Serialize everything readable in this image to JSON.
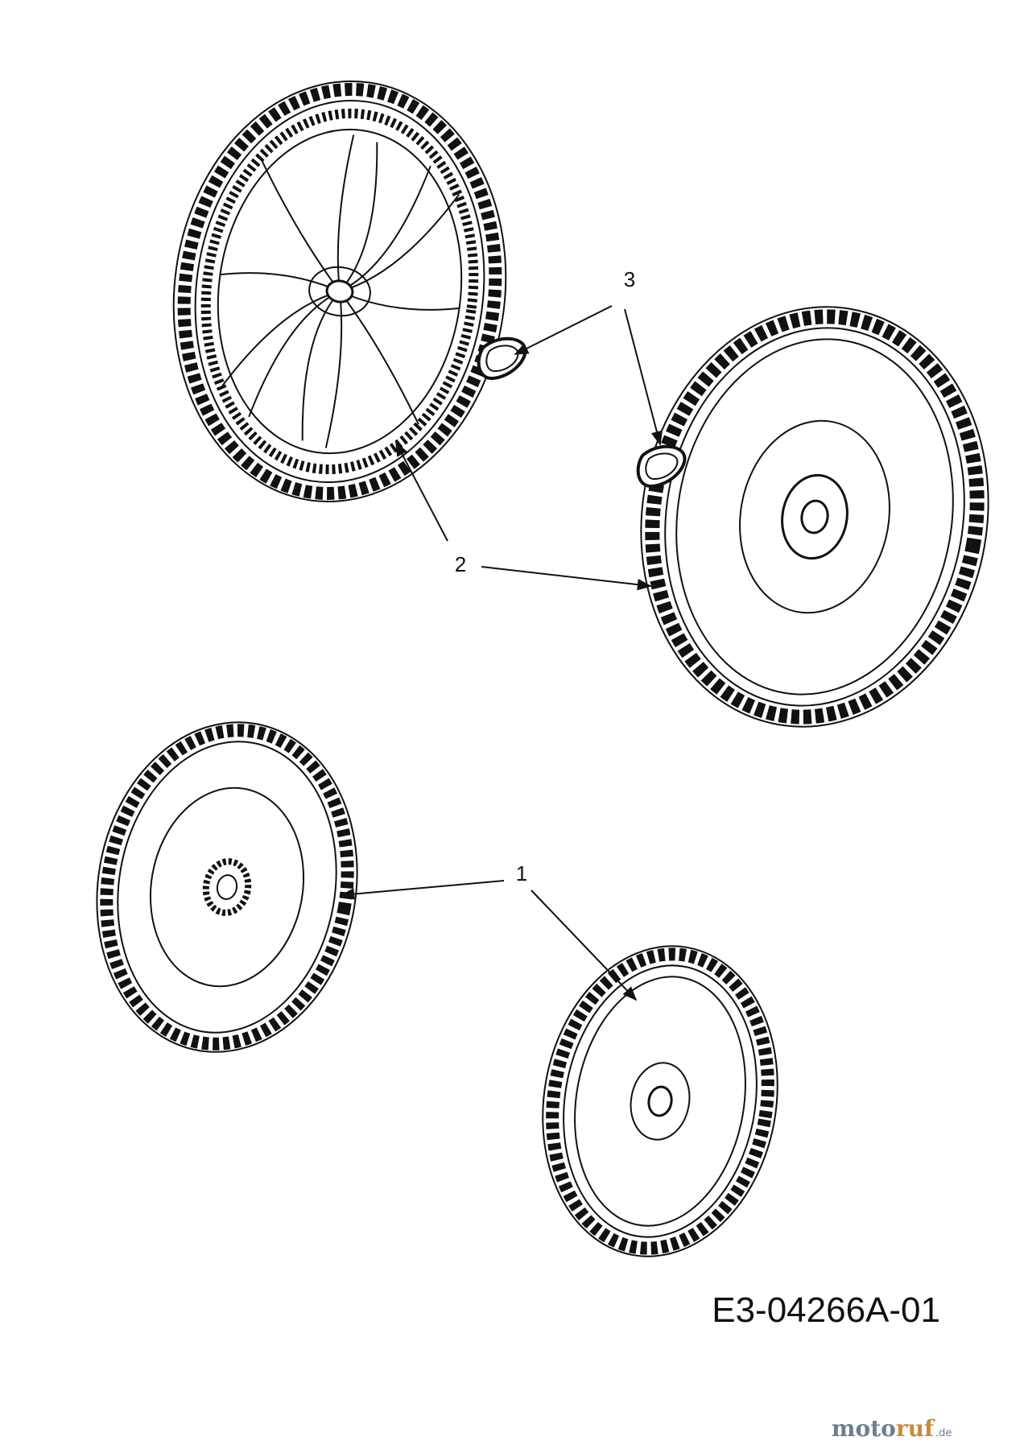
{
  "callouts": [
    {
      "id": "1",
      "label": "1"
    },
    {
      "id": "2",
      "label": "2"
    },
    {
      "id": "3",
      "label": "3"
    }
  ],
  "drawing_number": "E3-04266A-01",
  "watermark": {
    "part_a": "moto",
    "part_b": "ruf",
    "suffix": ".de"
  },
  "colors": {
    "line": "#111111",
    "background": "#ffffff",
    "watermark_blue": "#6a7f92",
    "watermark_orange": "#c98a3a"
  }
}
